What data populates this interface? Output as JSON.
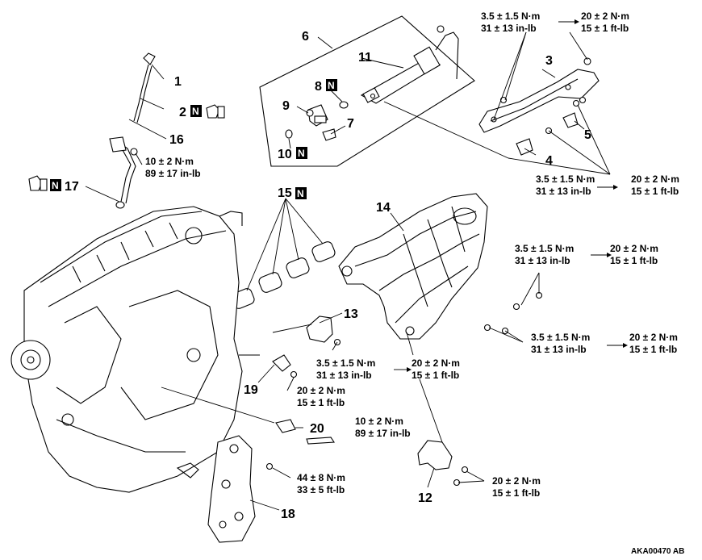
{
  "parts": {
    "p1": "1",
    "p2": "2",
    "p3": "3",
    "p4": "4",
    "p5": "5",
    "p6": "6",
    "p7": "7",
    "p8": "8",
    "p9": "9",
    "p10": "10",
    "p11": "11",
    "p12": "12",
    "p13": "13",
    "p14": "14",
    "p15": "15",
    "p16": "16",
    "p17": "17",
    "p18": "18",
    "p19": "19",
    "p20": "20"
  },
  "new_part_mark": "N",
  "torques": {
    "bracket_top_a": "3.5 ± 1.5 N·m",
    "bracket_top_b": "31 ± 13 in-lb",
    "bracket_top_c": "20 ± 2 N·m",
    "bracket_top_d": "15 ± 1 ft-lb",
    "bracket_mid_a": "3.5 ± 1.5 N·m",
    "bracket_mid_b": "31 ± 13 in-lb",
    "bracket_mid_c": "20 ± 2 N·m",
    "bracket_mid_d": "15 ± 1 ft-lb",
    "dipstick_a": "10 ± 2 N·m",
    "dipstick_b": "89 ± 17 in-lb",
    "manifold_r1_a": "3.5 ± 1.5 N·m",
    "manifold_r1_b": "31 ± 13 in-lb",
    "manifold_r1_c": "20 ± 2 N·m",
    "manifold_r1_d": "15 ± 1 ft-lb",
    "manifold_r2_a": "3.5 ± 1.5 N·m",
    "manifold_r2_b": "31 ± 13 in-lb",
    "manifold_r2_c": "20 ± 2 N·m",
    "manifold_r2_d": "15 ± 1 ft-lb",
    "manifold_c_a": "3.5 ± 1.5 N·m",
    "manifold_c_b": "31 ± 13 in-lb",
    "manifold_c_c": "20 ± 2 N·m",
    "manifold_c_d": "15 ± 1 ft-lb",
    "p19_a": "20 ± 2 N·m",
    "p19_b": "15 ± 1 ft-lb",
    "p20_a": "10 ± 2 N·m",
    "p20_b": "89 ± 17 in-lb",
    "p18_a": "44 ± 8 N·m",
    "p18_b": "33 ± 5 ft-lb",
    "p12_a": "20 ± 2 N·m",
    "p12_b": "15 ± 1 ft-lb"
  },
  "figure_ref": "AKA00470 AB"
}
